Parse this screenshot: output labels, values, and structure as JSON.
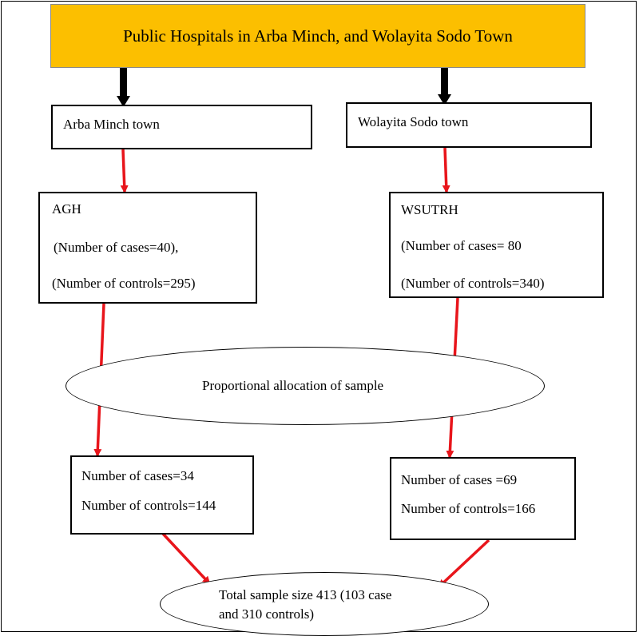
{
  "title": "Public Hospitals in Arba Minch, and Wolayita Sodo Town",
  "towns": {
    "left": "Arba Minch town",
    "right": "Wolayita Sodo town"
  },
  "hospitals": {
    "left": {
      "name": "AGH",
      "cases": "(Number of cases=40),",
      "controls": "(Number of controls=295)"
    },
    "right": {
      "name": "WSUTRH",
      "cases": "(Number of cases= 80",
      "controls": "(Number of controls=340)"
    }
  },
  "allocation": "Proportional allocation of sample",
  "samples": {
    "left": {
      "cases": "Number of cases=34",
      "controls": "Number of controls=144"
    },
    "right": {
      "cases": "Number of cases =69",
      "controls": "Number of controls=166"
    }
  },
  "total": {
    "line1": "Total sample size 413 (103 case",
    "line2": "and 310 controls)"
  },
  "colors": {
    "title_fill": "#fcbf00",
    "arrow_black": "#000000",
    "arrow_red": "#e8151b"
  }
}
